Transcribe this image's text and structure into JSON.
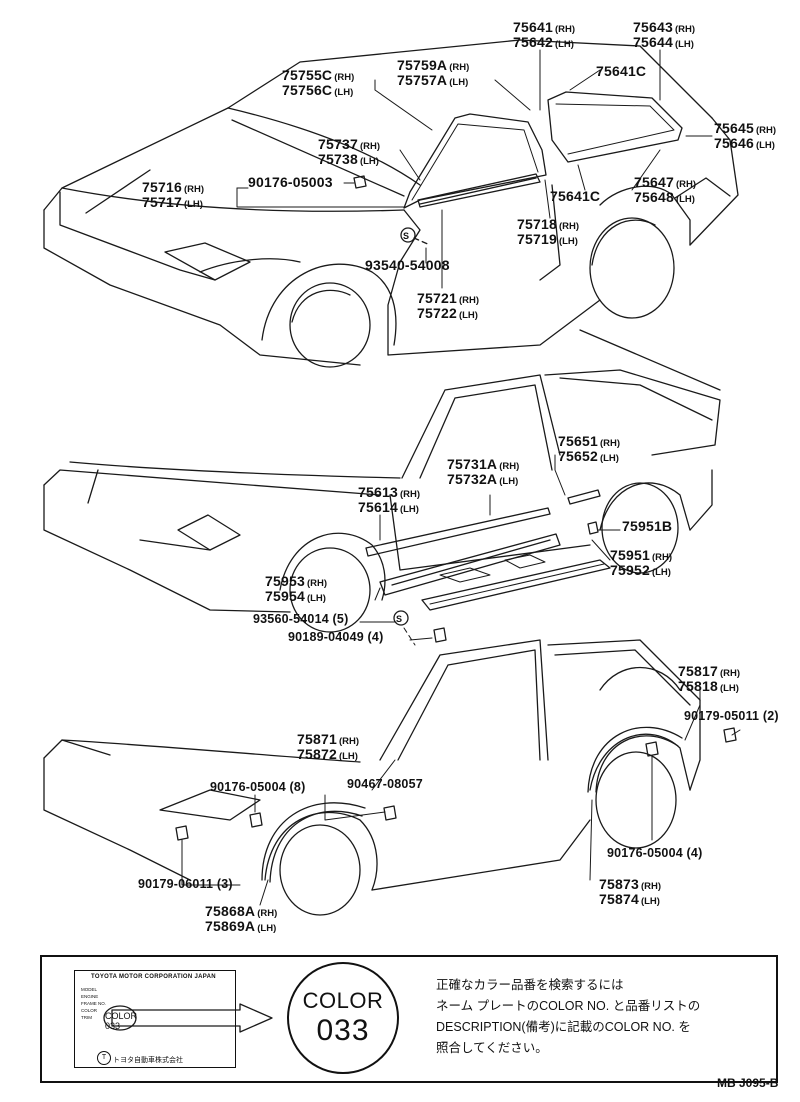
{
  "top_view": {
    "callouts": [
      {
        "part": "75641",
        "side": "(RH)"
      },
      {
        "part": "75642",
        "side": "(LH)"
      },
      {
        "part": "75643",
        "side": "(RH)"
      },
      {
        "part": "75644",
        "side": "(LH)"
      },
      {
        "part": "75759A",
        "side": "(RH)"
      },
      {
        "part": "75757A",
        "side": "(LH)"
      },
      {
        "part": "75641C",
        "side": ""
      },
      {
        "part": "75755C",
        "side": "(RH)"
      },
      {
        "part": "75756C",
        "side": "(LH)"
      },
      {
        "part": "75645",
        "side": "(RH)"
      },
      {
        "part": "75646",
        "side": "(LH)"
      },
      {
        "part": "75737",
        "side": "(RH)"
      },
      {
        "part": "75738",
        "side": "(LH)"
      },
      {
        "part": "75716",
        "side": "(RH)"
      },
      {
        "part": "75717",
        "side": "(LH)"
      },
      {
        "part": "90176-05003",
        "side": ""
      },
      {
        "part": "75641C",
        "side": ""
      },
      {
        "part": "75647",
        "side": "(RH)"
      },
      {
        "part": "75648",
        "side": "(LH)"
      },
      {
        "part": "75718",
        "side": "(RH)"
      },
      {
        "part": "75719",
        "side": "(LH)"
      },
      {
        "part": "93540-54008",
        "side": ""
      },
      {
        "part": "75721",
        "side": "(RH)"
      },
      {
        "part": "75722",
        "side": "(LH)"
      }
    ]
  },
  "middle_view": {
    "callouts": [
      {
        "part": "75651",
        "side": "(RH)"
      },
      {
        "part": "75652",
        "side": "(LH)"
      },
      {
        "part": "75731A",
        "side": "(RH)"
      },
      {
        "part": "75732A",
        "side": "(LH)"
      },
      {
        "part": "75613",
        "side": "(RH)"
      },
      {
        "part": "75614",
        "side": "(LH)"
      },
      {
        "part": "75951B",
        "side": ""
      },
      {
        "part": "75951",
        "side": "(RH)"
      },
      {
        "part": "75952",
        "side": "(LH)"
      },
      {
        "part": "75953",
        "side": "(RH)"
      },
      {
        "part": "75954",
        "side": "(LH)"
      },
      {
        "part": "93560-54014 (5)",
        "side": ""
      },
      {
        "part": "90189-04049 (4)",
        "side": ""
      }
    ]
  },
  "bottom_view": {
    "callouts": [
      {
        "part": "75817",
        "side": "(RH)"
      },
      {
        "part": "75818",
        "side": "(LH)"
      },
      {
        "part": "90179-05011 (2)",
        "side": ""
      },
      {
        "part": "75871",
        "side": "(RH)"
      },
      {
        "part": "75872",
        "side": "(LH)"
      },
      {
        "part": "90176-05004 (8)",
        "side": ""
      },
      {
        "part": "90467-08057",
        "side": ""
      },
      {
        "part": "90179-06011 (3)",
        "side": ""
      },
      {
        "part": "90176-05004 (4)",
        "side": ""
      },
      {
        "part": "75868A",
        "side": "(RH)"
      },
      {
        "part": "75869A",
        "side": "(LH)"
      },
      {
        "part": "75873",
        "side": "(RH)"
      },
      {
        "part": "75874",
        "side": "(LH)"
      }
    ]
  },
  "color_box": {
    "plate": {
      "maker": "TOYOTA MOTOR CORPORATION JAPAN",
      "fields": [
        "MODEL",
        "ENGINE",
        "FRAME NO.",
        "COLOR",
        "TRIM"
      ],
      "color_line_1": "COLOR",
      "color_line_2": "033",
      "footer": "トヨタ自動車株式会社"
    },
    "circle_line_1": "COLOR",
    "circle_line_2": "033",
    "note_lines": [
      "正確なカラー品番を検索するには",
      "ネーム プレートのCOLOR NO. と品番リストの",
      "DESCRIPTION(備考)に記載のCOLOR NO. を",
      "照合してください。"
    ]
  },
  "ref_code": "MB  J095-B",
  "glyphs": {
    "s_mark": "S",
    "toyota_mark": "T"
  }
}
